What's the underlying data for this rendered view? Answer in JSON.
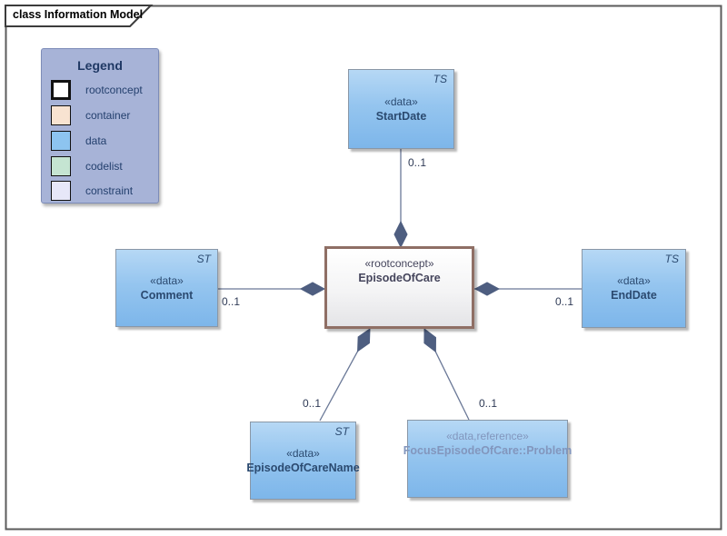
{
  "frame": {
    "title": "class Information Model"
  },
  "legend": {
    "title": "Legend",
    "items": [
      {
        "label": "rootconcept",
        "color": "#ffffff"
      },
      {
        "label": "container",
        "color": "#f8e3d1"
      },
      {
        "label": "data",
        "color": "#8dc4f0"
      },
      {
        "label": "codelist",
        "color": "#c5e5d2"
      },
      {
        "label": "constraint",
        "color": "#e7e7f8"
      }
    ]
  },
  "classes": {
    "episode_of_care": {
      "stereotype": "«rootconcept»",
      "name": "EpisodeOfCare"
    },
    "start_date": {
      "stereotype": "«data»",
      "name": "StartDate",
      "type_tag": "TS"
    },
    "comment": {
      "stereotype": "«data»",
      "name": "Comment",
      "type_tag": "ST"
    },
    "end_date": {
      "stereotype": "«data»",
      "name": "EndDate",
      "type_tag": "TS"
    },
    "episode_of_care_name": {
      "stereotype": "«data»",
      "name": "EpisodeOfCareName",
      "type_tag": "ST"
    },
    "focus_problem": {
      "stereotype": "«data,reference»",
      "name": "FocusEpisodeOfCare::Problem"
    }
  },
  "connectors": [
    {
      "from": "StartDate",
      "to": "EpisodeOfCare",
      "kind": "aggregation",
      "multiplicity": "0..1"
    },
    {
      "from": "Comment",
      "to": "EpisodeOfCare",
      "kind": "aggregation",
      "multiplicity": "0..1"
    },
    {
      "from": "EndDate",
      "to": "EpisodeOfCare",
      "kind": "aggregation",
      "multiplicity": "0..1"
    },
    {
      "from": "EpisodeOfCareName",
      "to": "EpisodeOfCare",
      "kind": "aggregation",
      "multiplicity": "0..1"
    },
    {
      "from": "FocusEpisodeOfCare::Problem",
      "to": "EpisodeOfCare",
      "kind": "aggregation",
      "multiplicity": "0..1"
    }
  ],
  "colors": {
    "data_fill_top": "#b6d8f5",
    "data_fill_bottom": "#7db6ea",
    "root_border": "#8f6f65",
    "legend_background": "#a7b3d7",
    "connector_line": "#6a7897",
    "diamond_fill": "#4e5e80",
    "text_dark": "#2b4a70",
    "text_reference": "#8296bd"
  }
}
